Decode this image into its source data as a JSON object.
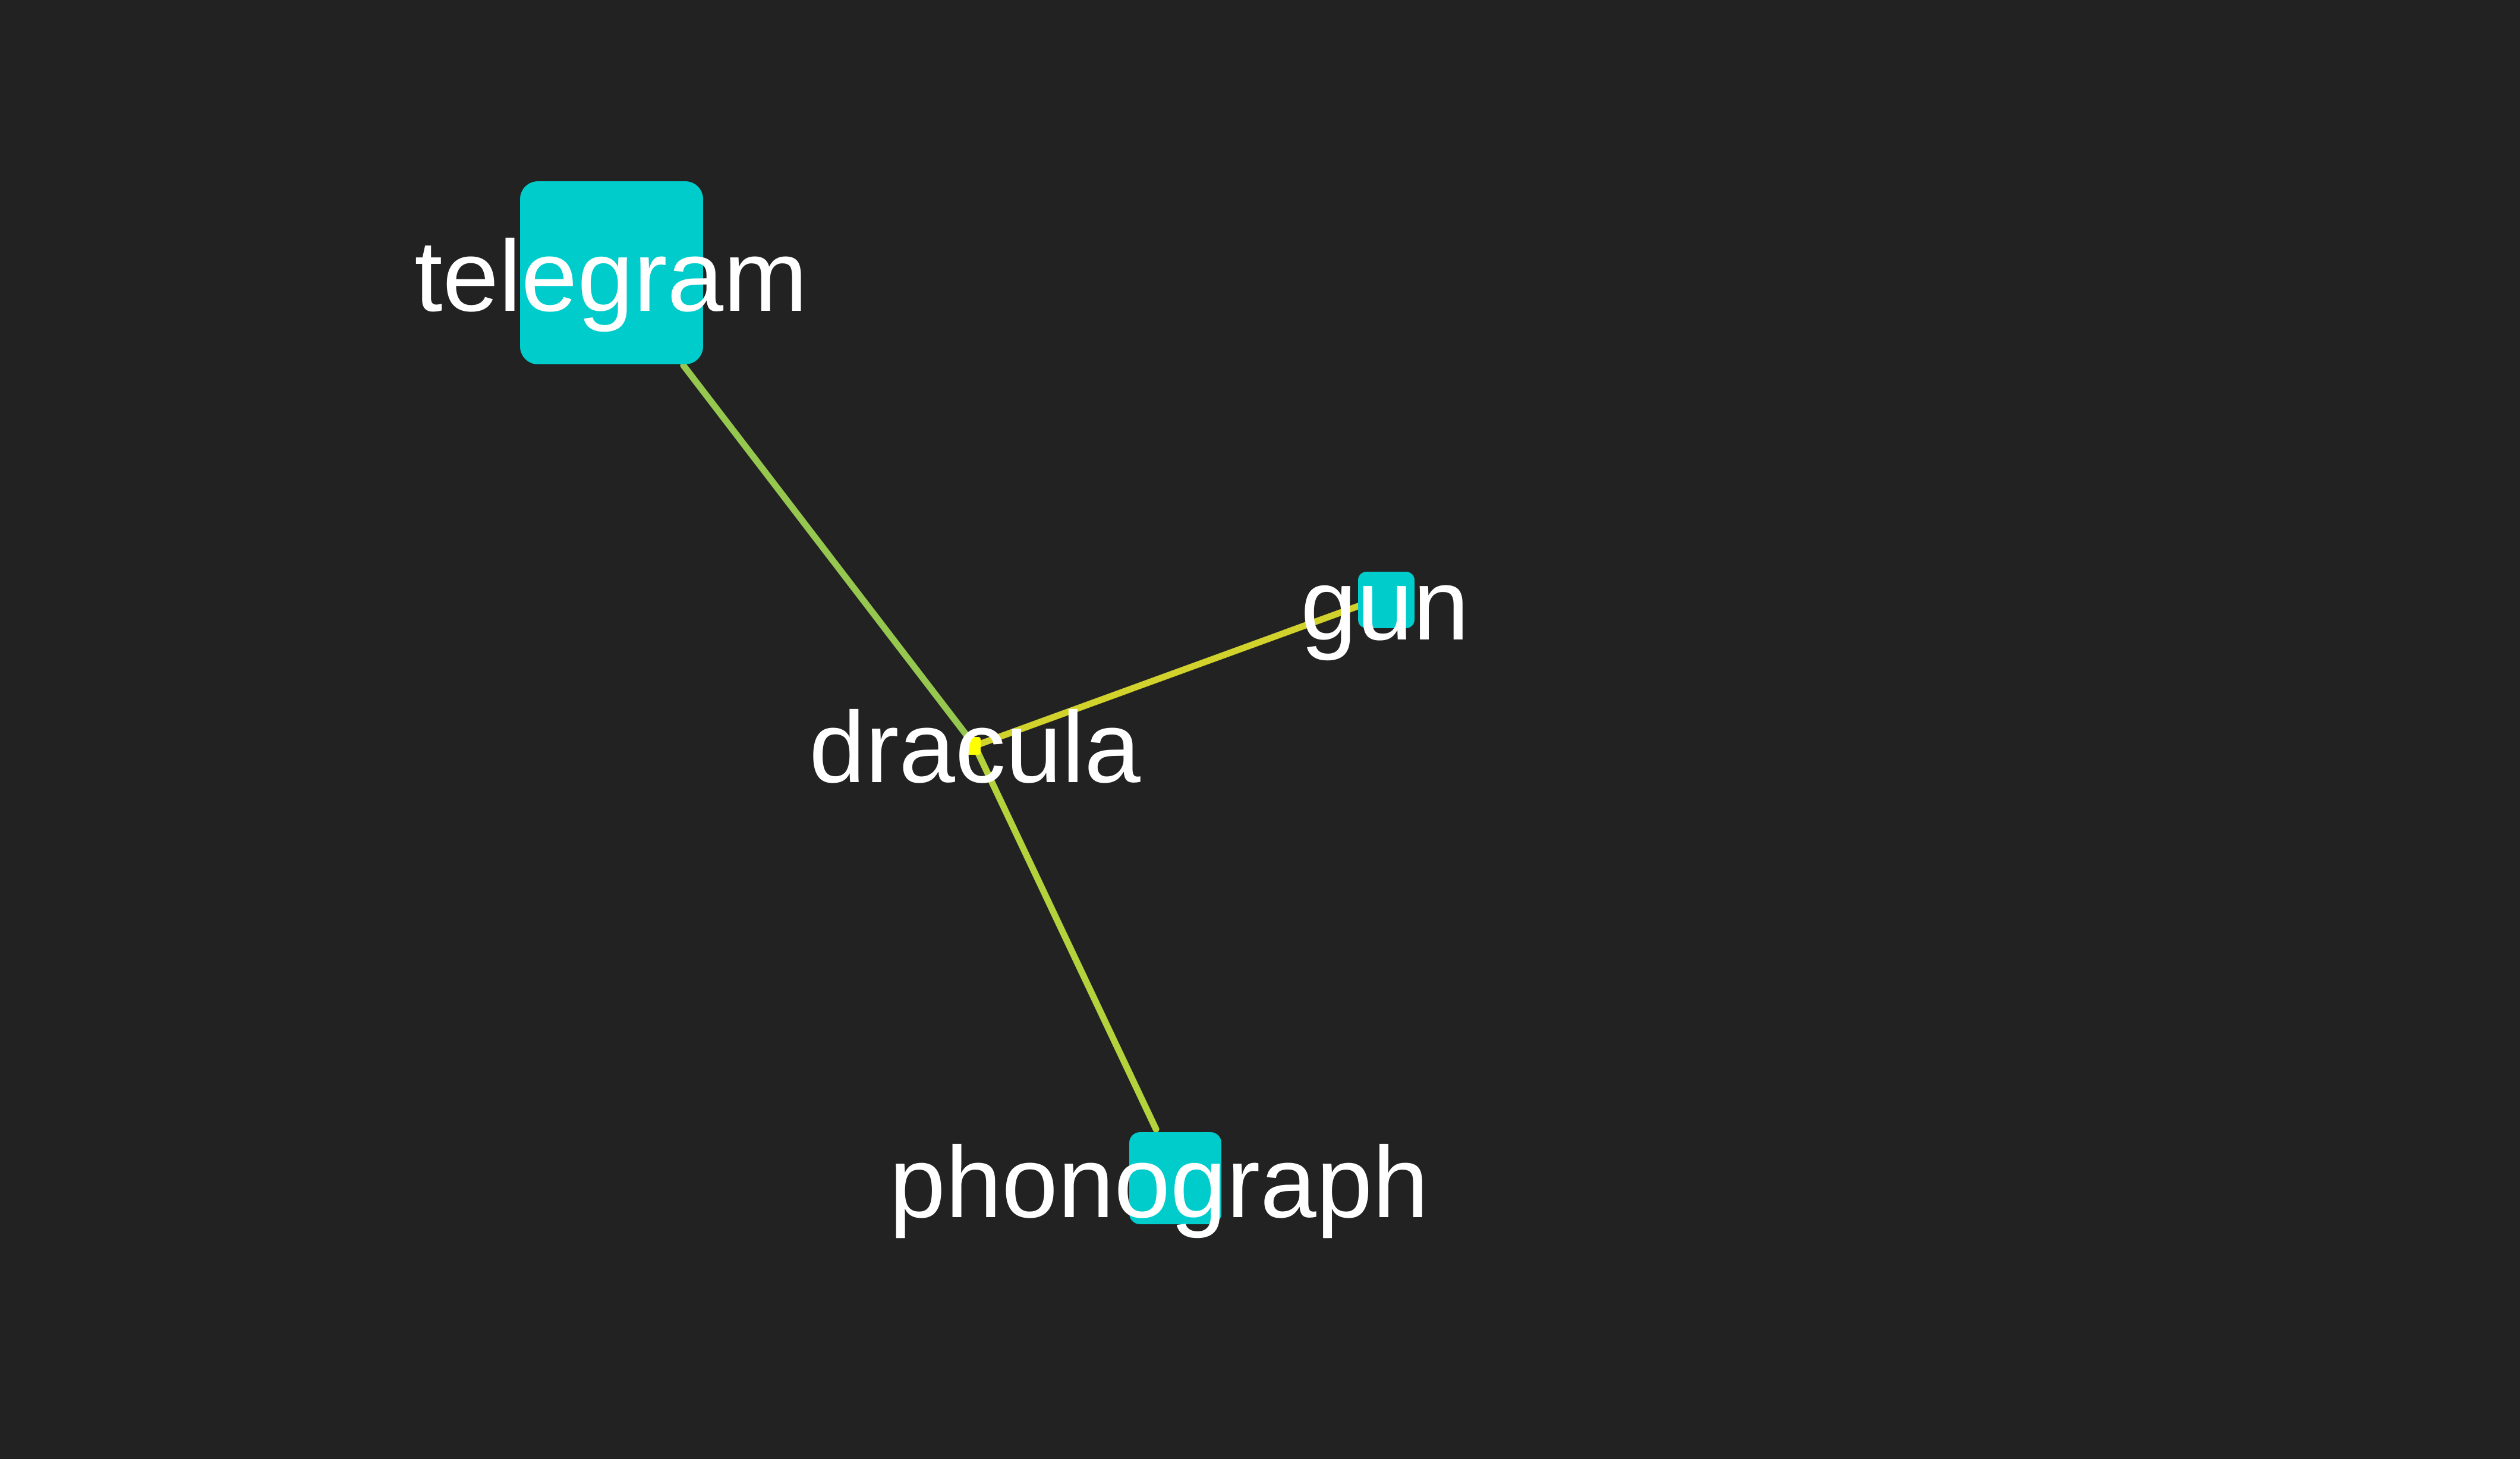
{
  "background_color": "#222222",
  "node_color": "#00cccc",
  "center_node_color": "#ffff00",
  "label_color": "#ffffff",
  "graph": {
    "center": {
      "id": "dracula",
      "label": "dracula"
    },
    "nodes": [
      {
        "id": "telegram",
        "label": "telegram",
        "edge_color": "#96c850"
      },
      {
        "id": "gun",
        "label": "gun",
        "edge_color": "#d2d22d"
      },
      {
        "id": "phonograph",
        "label": "phonograph",
        "edge_color": "#b4d23c"
      }
    ],
    "edges": [
      {
        "source": "dracula",
        "target": "telegram"
      },
      {
        "source": "dracula",
        "target": "gun"
      },
      {
        "source": "dracula",
        "target": "phonograph"
      }
    ]
  }
}
